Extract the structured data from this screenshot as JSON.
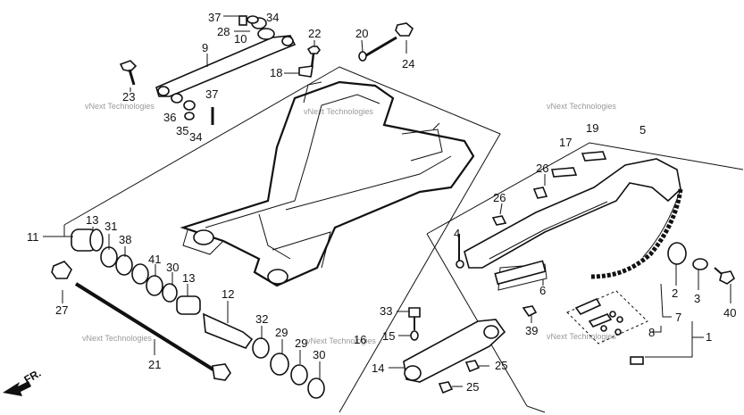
{
  "diagram": {
    "watermark_text": "vNext Technologies",
    "front_marker": "FR.",
    "labels": [
      "37",
      "34",
      "28",
      "10",
      "22",
      "20",
      "24",
      "9",
      "18",
      "23",
      "37",
      "36",
      "35",
      "34",
      "17",
      "19",
      "5",
      "26",
      "26",
      "11",
      "13",
      "31",
      "38",
      "41",
      "30",
      "13",
      "12",
      "27",
      "21",
      "32",
      "29",
      "29",
      "30",
      "33",
      "15",
      "16",
      "14",
      "25",
      "25",
      "4",
      "6",
      "39",
      "2",
      "3",
      "40",
      "7",
      "8",
      "1"
    ]
  }
}
